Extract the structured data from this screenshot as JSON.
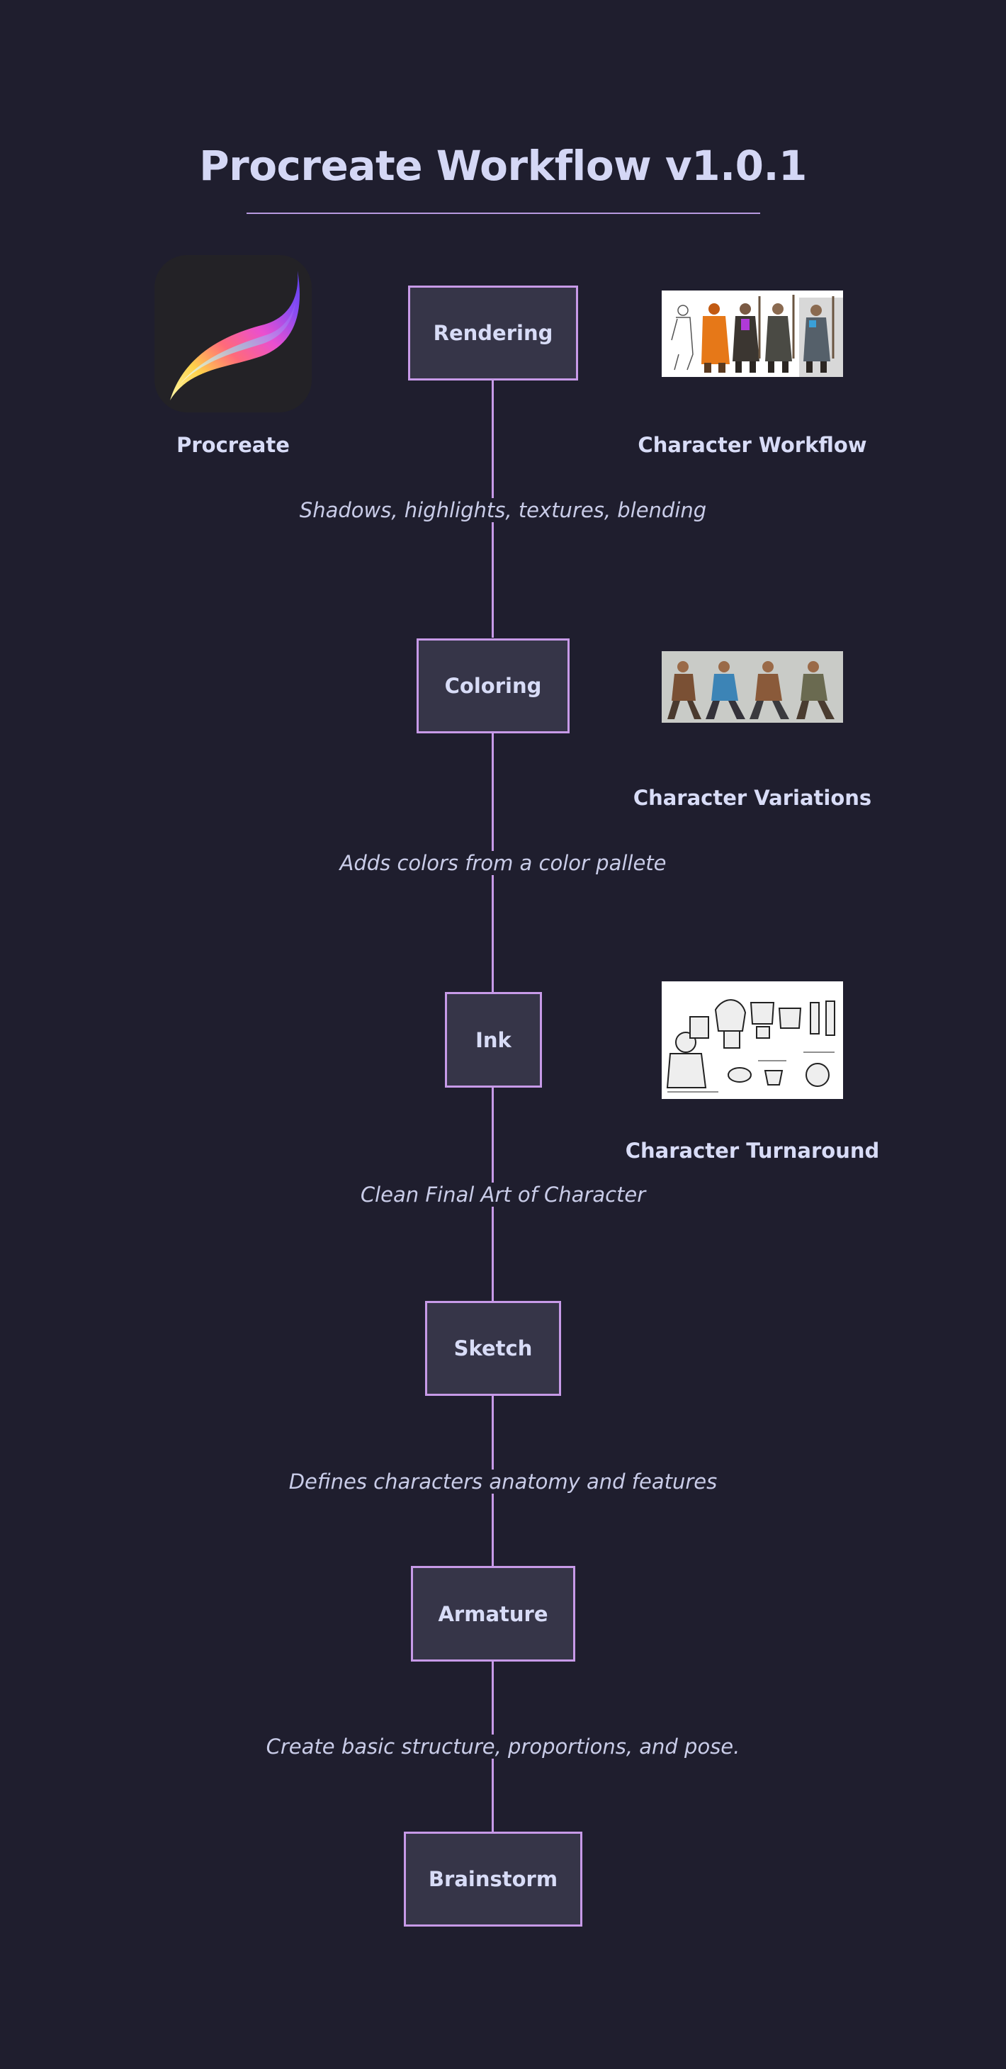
{
  "title": "Procreate Workflow v1.0.1",
  "colors": {
    "background": "#1f1e2e",
    "node_fill": "#363548",
    "accent": "#c79ae8",
    "text": "#d8dcf7"
  },
  "app": {
    "name": "Procreate",
    "icon": "procreate-feather-icon"
  },
  "steps": [
    {
      "label": "Rendering",
      "description": "Shadows, highlights, textures, blending"
    },
    {
      "label": "Coloring",
      "description": "Adds colors from a color pallete"
    },
    {
      "label": "Ink",
      "description": "Clean Final Art of Character"
    },
    {
      "label": "Sketch",
      "description": "Defines characters anatomy and features"
    },
    {
      "label": "Armature",
      "description": "Create basic structure, proportions, and pose."
    },
    {
      "label": "Brainstorm",
      "description": ""
    }
  ],
  "references": [
    {
      "label": "Character Workflow",
      "image": "character-workflow-thumbnail"
    },
    {
      "label": "Character Variations",
      "image": "character-variations-thumbnail"
    },
    {
      "label": "Character Turnaround",
      "image": "character-turnaround-thumbnail"
    }
  ]
}
